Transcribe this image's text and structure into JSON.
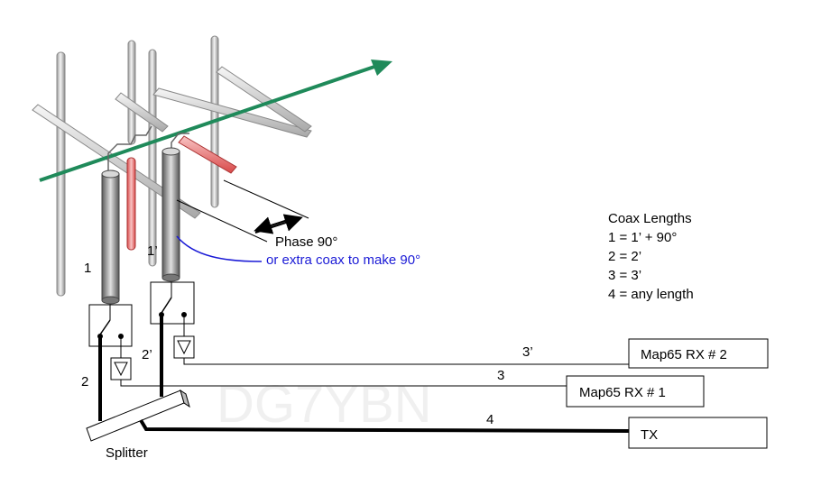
{
  "watermark": "DG7YBN",
  "phase_label": "Phase 90°",
  "extra_coax_label": "or extra coax to make 90°",
  "coax_lengths": {
    "title": "Coax Lengths",
    "lines": [
      "1 = 1’ + 90°",
      "2 = 2’",
      "3 = 3’",
      "4 = any length"
    ]
  },
  "labels": {
    "coax_1": "1",
    "coax_1p": "1’",
    "coax_2": "2",
    "coax_2p": "2’",
    "coax_3": "3",
    "coax_3p": "3’",
    "coax_4": "4",
    "splitter": "Splitter"
  },
  "boxes": {
    "rx2": "Map65 RX # 2",
    "rx1": "Map65 RX # 1",
    "tx": "TX"
  },
  "colors": {
    "arrow": "#1f8a5a",
    "driven_element": "#e88080",
    "blue_note": "#1a1ad6"
  }
}
